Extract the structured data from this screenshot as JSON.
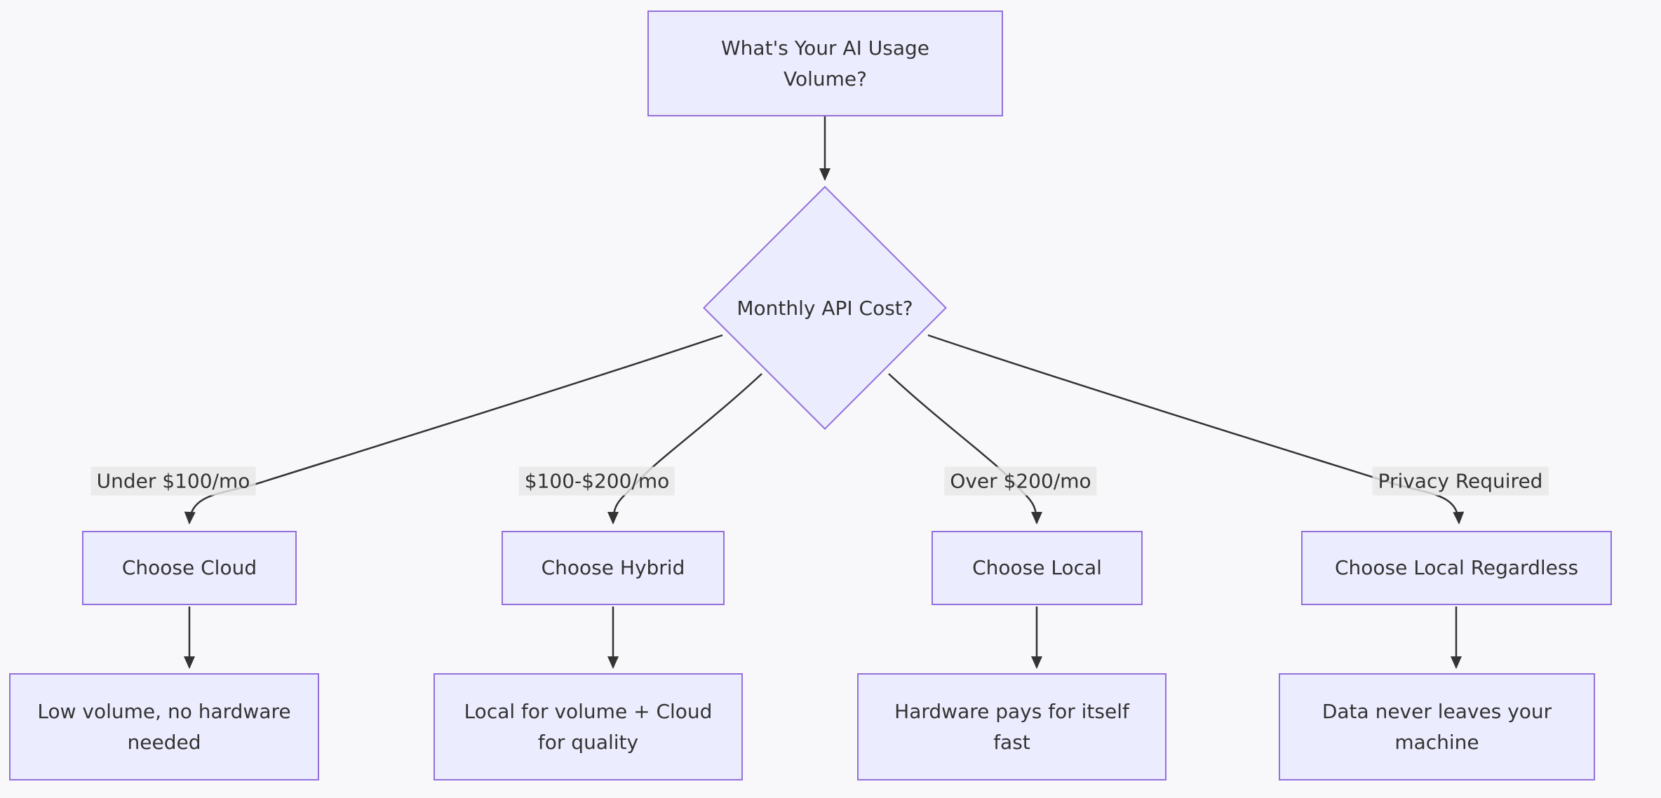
{
  "diagram": {
    "title": "AI usage volume decision flowchart",
    "colors": {
      "background": "#f8f8fa",
      "node_fill": "#ececff",
      "node_border": "#9370db",
      "edge_stroke": "#333333",
      "edge_label_background": "#e8e8e8",
      "text": "#333333"
    },
    "nodes": {
      "start": {
        "label": "What's Your AI Usage\nVolume?"
      },
      "decision": {
        "label": "Monthly API Cost?"
      },
      "choose_cloud": {
        "label": "Choose Cloud"
      },
      "choose_hybrid": {
        "label": "Choose Hybrid"
      },
      "choose_local": {
        "label": "Choose Local"
      },
      "choose_local_regardless": {
        "label": "Choose Local Regardless"
      },
      "outcome_cloud": {
        "label": "Low volume, no hardware\nneeded"
      },
      "outcome_hybrid": {
        "label": "Local for volume + Cloud\nfor quality"
      },
      "outcome_local": {
        "label": "Hardware pays for itself\nfast"
      },
      "outcome_privacy": {
        "label": "Data never leaves your\nmachine"
      }
    },
    "edge_labels": {
      "under_100": "Under $100/mo",
      "between_100_200": "$100-$200/mo",
      "over_200": "Over $200/mo",
      "privacy_required": "Privacy Required"
    }
  }
}
